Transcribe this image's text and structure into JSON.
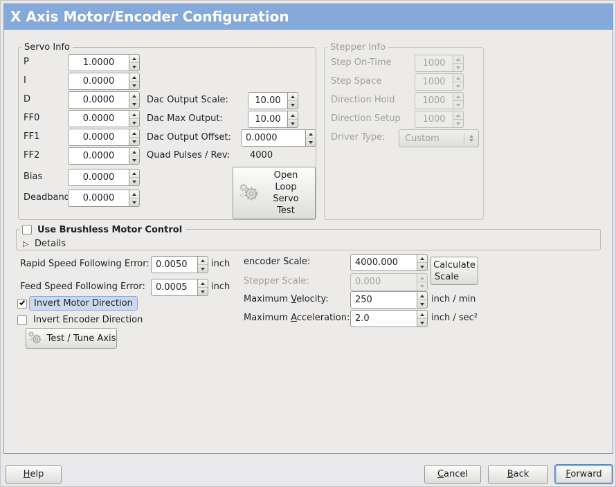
{
  "window": {
    "title": "X Axis Motor/Encoder Configuration"
  },
  "colors": {
    "titlebar_blue": "#85a9d8",
    "panel_border_blue": "#7d9cc9",
    "focus_outline_blue": "#5b84c4",
    "focus_label_bg": "#cbd9ee",
    "panel_bg": "#ecebea",
    "disabled_text": "#9f9f99"
  },
  "servo_frame": {
    "title": "Servo Info",
    "rows": [
      {
        "label": "P",
        "value": "1.0000"
      },
      {
        "label": "I",
        "value": "0.0000"
      },
      {
        "label": "D",
        "value": "0.0000"
      },
      {
        "label": "FF0",
        "value": "0.0000"
      },
      {
        "label": "FF1",
        "value": "0.0000"
      },
      {
        "label": "FF2",
        "value": "0.0000"
      },
      {
        "label": "Bias",
        "value": "0.0000"
      },
      {
        "label": "Deadband",
        "value": "0.0000"
      }
    ],
    "dac_rows": [
      {
        "label": "Dac Output Scale:",
        "value": "10.00"
      },
      {
        "label": "Dac Max Output:",
        "value": "10.00"
      },
      {
        "label": "Dac Output Offset:",
        "value": "0.0000"
      }
    ],
    "quad_label": "Quad Pulses / Rev:",
    "quad_value": "4000",
    "open_loop_lines": [
      "Open",
      "Loop",
      "Servo",
      "Test"
    ]
  },
  "stepper_frame": {
    "title": "Stepper Info",
    "rows": [
      {
        "label": "Step On-Time",
        "value": "1000"
      },
      {
        "label": "Step Space",
        "value": "1000"
      },
      {
        "label": "Direction Hold",
        "value": "1000"
      },
      {
        "label": "Direction Setup",
        "value": "1000"
      }
    ],
    "driver_type_label": "Driver Type:",
    "driver_type_value": "Custom"
  },
  "brushless": {
    "checkbox_label": "Use Brushless Motor Control",
    "details_label": "Details"
  },
  "following_error": {
    "rapid_label": "Rapid Speed Following Error:",
    "rapid_value": "0.0050",
    "rapid_unit": "inch",
    "feed_label": "Feed Speed Following Error:",
    "feed_value": "0.0005",
    "feed_unit": "inch"
  },
  "scale_section": {
    "encoder_label": "encoder Scale:",
    "encoder_value": "4000.000",
    "stepper_label": "Stepper Scale:",
    "stepper_value": "0.000",
    "calc_line1": "Calculate",
    "calc_line2": "Scale",
    "velocity_label": {
      "pre": "Maximum ",
      "key": "V",
      "post": "elocity:"
    },
    "velocity_value": "250",
    "velocity_unit": "inch / min",
    "accel_label": {
      "pre": "Maximum ",
      "key": "A",
      "post": "cceleration:"
    },
    "accel_value": "2.0",
    "accel_unit": "inch / sec²"
  },
  "toggles": {
    "invert_motor_label": "Invert Motor Direction",
    "invert_encoder_label": "Invert Encoder Direction",
    "test_tune_label": "Test / Tune Axis"
  },
  "footer": {
    "help": {
      "pre": "",
      "key": "H",
      "post": "elp"
    },
    "cancel": {
      "pre": "",
      "key": "C",
      "post": "ancel"
    },
    "back": {
      "pre": "",
      "key": "B",
      "post": "ack"
    },
    "forward": {
      "pre": "",
      "key": "F",
      "post": "orward"
    }
  }
}
